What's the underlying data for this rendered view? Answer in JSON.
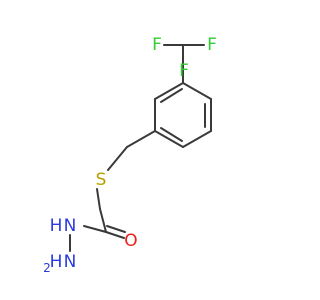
{
  "molecule": {
    "atoms": {
      "f_top_left": "F",
      "f_top_right": "F",
      "f_bottom": "F",
      "sulfur": "S",
      "oxygen": "O",
      "nh_n": "N",
      "nh_h": "H",
      "nh2_n": "N",
      "nh2_h": "H",
      "nh2_sub": "2"
    },
    "colors": {
      "bond": "#3a3a3a",
      "fluorine": "#33cc33",
      "sulfur": "#b5a000",
      "oxygen": "#e8201c",
      "nitrogen": "#2b3bdc"
    }
  }
}
